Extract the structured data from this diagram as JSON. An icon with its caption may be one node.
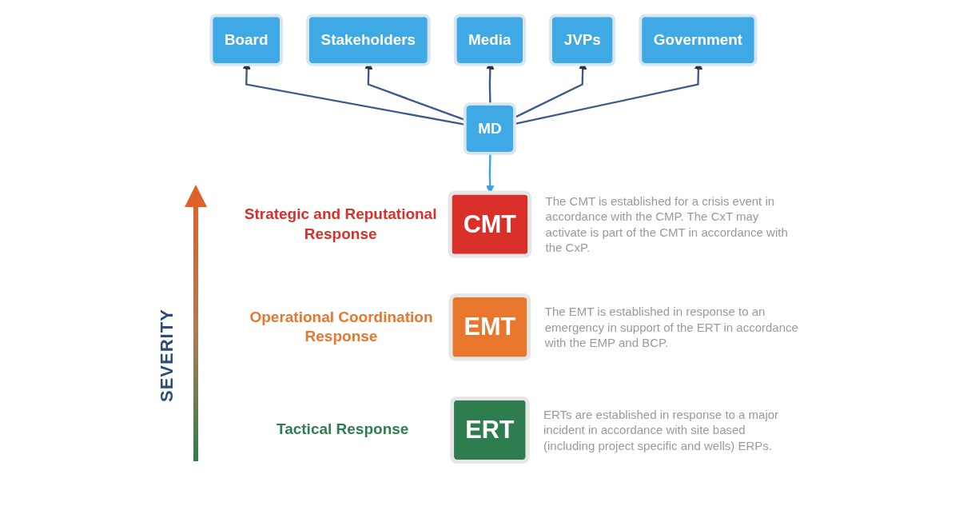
{
  "diagram": {
    "nodes": [
      {
        "text": [
          "Board"
        ]
      },
      {
        "text": [
          "Stakeholders"
        ]
      },
      {
        "text": [
          "Media"
        ]
      },
      {
        "text": [
          "JVPs"
        ]
      },
      {
        "text": [
          "Government"
        ]
      },
      {
        "text": [
          "MD"
        ]
      },
      {
        "text": [
          "CMT"
        ],
        "beside": [
          "Strategic and Reputational Response",
          "The CMT is established for a crisis event in accordance with the CMP. The CxT may activate is part of the CMT in accordance with the CxP."
        ]
      },
      {
        "text": [
          "EMT"
        ],
        "beside": [
          "Operational Coordination Response",
          "The EMT is established in response to an emergency in support of the ERT in accordance with the EMP and BCP."
        ]
      },
      {
        "text": [
          "ERT"
        ],
        "beside": [
          "Tactical Response",
          "ERTs are established in response to a major incident in accordance with site based (including project specific and wells) ERPs."
        ]
      }
    ],
    "edges": [
      {
        "from": 5,
        "to": 0,
        "arrow": "to"
      },
      {
        "from": 5,
        "to": 1,
        "arrow": "to"
      },
      {
        "from": 5,
        "to": 2,
        "arrow": "to"
      },
      {
        "from": 5,
        "to": 3,
        "arrow": "to"
      },
      {
        "from": 5,
        "to": 4,
        "arrow": "to"
      },
      {
        "from": 5,
        "to": 6,
        "arrow": "to",
        "color": "#3aa3e3"
      }
    ],
    "labels": [
      "SEVERITY"
    ]
  }
}
